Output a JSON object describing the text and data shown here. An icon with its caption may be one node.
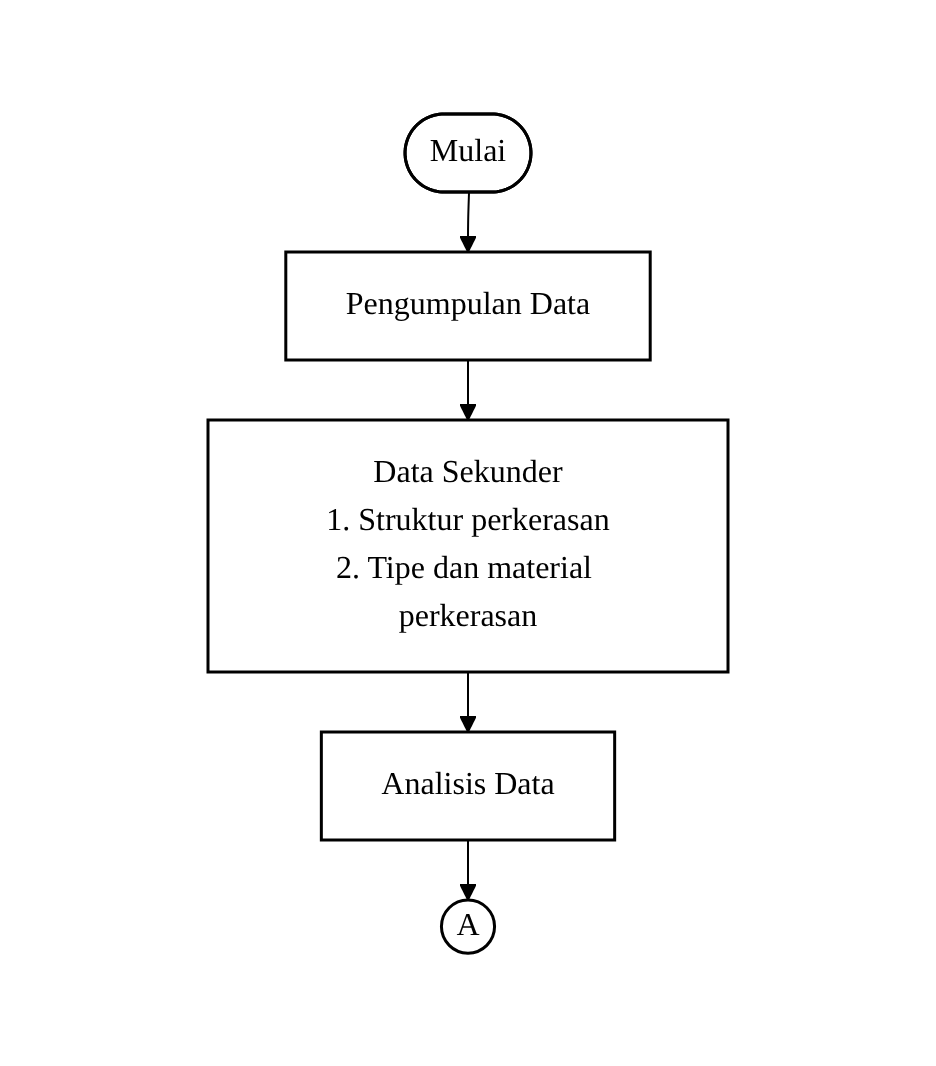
{
  "diagram": {
    "nodes": [
      {
        "text": [
          "Mulai"
        ]
      },
      {
        "text": [
          "Pengumpulan Data"
        ]
      },
      {
        "text": [
          "Data Sekunder",
          "1. Struktur perkerasan",
          "2. Tipe dan material perkerasan"
        ]
      },
      {
        "text": [
          "Analisis Data"
        ]
      },
      {
        "text": [
          "A"
        ]
      }
    ],
    "edges": [
      {
        "from": 0,
        "to": 1,
        "arrow": "to"
      },
      {
        "from": 1,
        "to": 2,
        "arrow": "to"
      },
      {
        "from": 2,
        "to": 3,
        "arrow": "to"
      },
      {
        "from": 3,
        "to": 4,
        "arrow": "to"
      }
    ]
  }
}
